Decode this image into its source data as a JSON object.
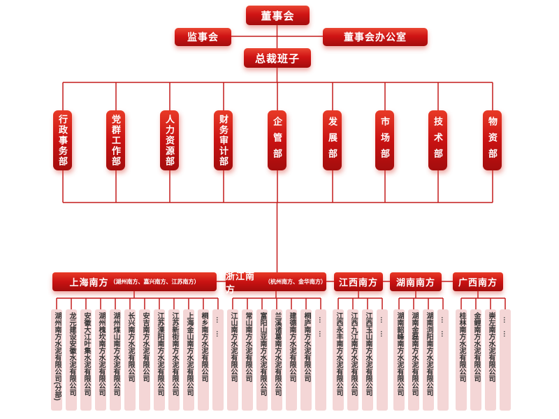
{
  "nodes": {
    "board": "董事会",
    "supervisory_board": "监事会",
    "board_office": "董事会办公室",
    "president_team": "总裁班子"
  },
  "departments": [
    "行政事务部",
    "党群工作部",
    "人力资源部",
    "财务审计部",
    "企管部",
    "发展部",
    "市场部",
    "技术部",
    "物资部"
  ],
  "regions": [
    {
      "name": "上海南方",
      "note": "（湖州南方、嘉兴南方、江苏南方）",
      "companies": [
        "湖州南方水泥有限公司(分部)",
        "龙元建设安徽水泥有限公司",
        "安徽大江叶集水泥有限公司",
        "湖州槐坎南方水泥有限公司",
        "湖州煤山南方水泥有限公司",
        "长兴南方水泥有限公司",
        "安吉南方水泥有限公司",
        "江苏溧阳南方水泥有限公司",
        "江苏新街南方水泥有限公司",
        "上海金山南方水泥有限公司",
        "桐乡南方水泥有限公司",
        "……"
      ]
    },
    {
      "name": "浙江南方",
      "note": "（杭州南方、金华南方）",
      "companies": [
        "江山南方水泥有限公司",
        "常山南方水泥有限公司",
        "富阳山亚南方水泥有限公司",
        "兰溪诸葛南方水泥有限公司",
        "建德南方水泥有限公司",
        "桐庐南方水泥有限公司",
        "……"
      ]
    },
    {
      "name": "江西南方",
      "note": "",
      "companies": [
        "江西永丰南方水泥有限公司",
        "江西九江南方水泥有限公司",
        "江西玉山南方水泥有限公司",
        "……"
      ]
    },
    {
      "name": "湖南南方",
      "note": "",
      "companies": [
        "湖南韶峰南方水泥有限公司",
        "湖南金磊南方水泥有限公司",
        "湖南浏阳南方水泥有限公司",
        "……"
      ]
    },
    {
      "name": "广西南方",
      "note": "",
      "companies": [
        "桂林南方水泥有限公司",
        "金鲤南方水泥有限公司",
        "崇左南方水泥有限公司",
        "……"
      ]
    }
  ],
  "colors": {
    "node_red_top": "#ea4632",
    "node_red_bottom": "#a30d0d",
    "line_red": "#c41b1b",
    "company_pink": "#f4d6d6",
    "company_text": "#333333"
  }
}
